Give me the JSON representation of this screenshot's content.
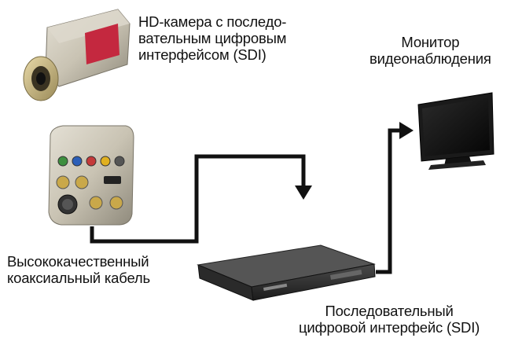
{
  "labels": {
    "camera_front": [
      "HD-камера с последо-",
      "вательным цифровым",
      "интерфейсом (SDI)"
    ],
    "monitor": [
      "Монитор",
      "видеонаблюдения"
    ],
    "cable": [
      "Высококачественный",
      "коаксиальный кабель"
    ],
    "sdi": [
      "Последовательный",
      "цифровой интерфейс (SDI)"
    ]
  },
  "colors": {
    "arrow": "#111111",
    "camera_body": "#c9c3b3",
    "camera_badge": "#c4283f",
    "monitor_body": "#1a1a1a",
    "recorder_body": "#2b2b2b"
  }
}
